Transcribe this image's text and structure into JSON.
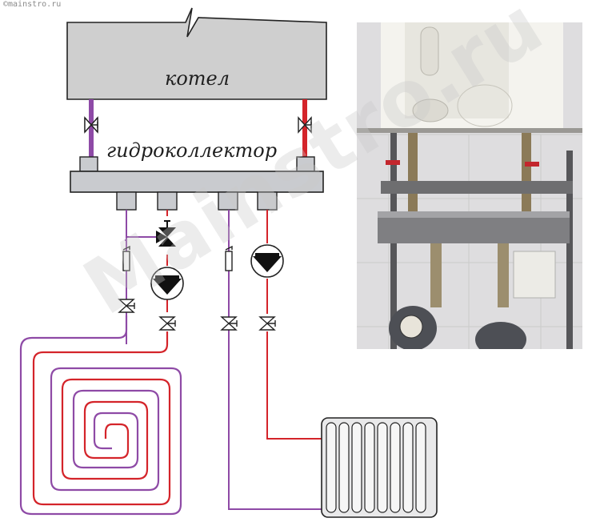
{
  "watermark_top": "©mainstro.ru",
  "watermark_diagonal": "Mainstro.ru",
  "boiler": {
    "label": "котел"
  },
  "collector": {
    "label": "гидроколлектор"
  },
  "colors": {
    "supply": "#d4242a",
    "return": "#8e4aa6",
    "collector_fill": "#c9cbcf",
    "boiler_fill": "#cfcfcf",
    "outline": "#222222"
  },
  "icons": [
    "valve-icon",
    "three-way-valve-icon",
    "pump-icon",
    "air-vent-icon",
    "radiator-icon",
    "floor-heating-loop-icon"
  ]
}
